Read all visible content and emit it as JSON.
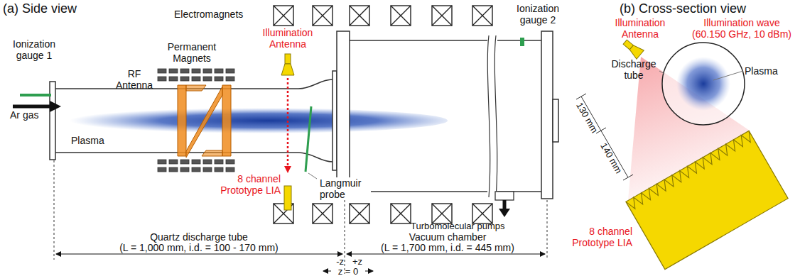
{
  "diagram": {
    "labels": [
      "(a) Side view",
      "Electromagnets",
      "Ionization gauge 2",
      "(b) Cross-section view",
      "Ionization gauge 1",
      "Permanent Magnets",
      "RF Antenna",
      "Illumination Antenna",
      "Ar gas",
      "Plasma",
      "8 channel Prototype LIA",
      "Langmuir probe",
      "Turbomolecular pumps",
      "Quartz discharge tube",
      "(L = 1,000 mm, i.d. = 100 - 170 mm)",
      "Vacuum chamber",
      "(L = 1,700 mm, i.d. = 445 mm)",
      "-z",
      "z = 0",
      "+z",
      "Illumination Antenna",
      "Illumination wave (60.150 GHz, 10 dBm)",
      "Discharge tube",
      "Plasma",
      "130 mm",
      "140 mm",
      "8 channel Prototype LIA"
    ]
  }
}
